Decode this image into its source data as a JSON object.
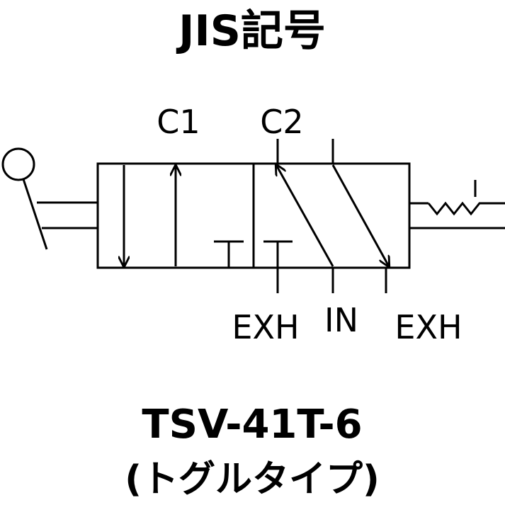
{
  "title": "JIS記号",
  "ports": {
    "c1": "C1",
    "c2": "C2",
    "exh_left": "EXH",
    "in": "IN",
    "exh_right": "EXH"
  },
  "model": "TSV-41T-6",
  "subtitle": "(トグルタイプ)"
}
